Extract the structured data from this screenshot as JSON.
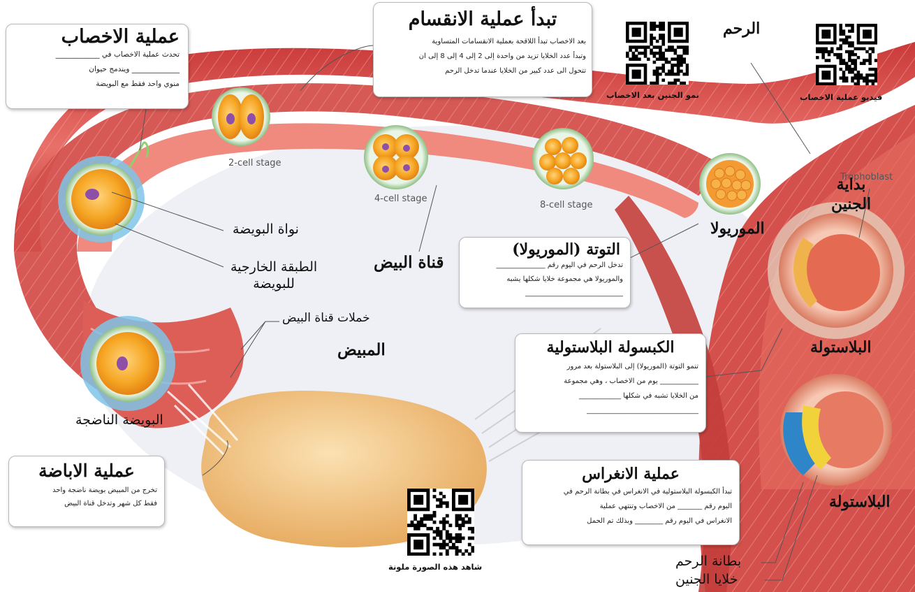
{
  "boxes": {
    "fertilization": {
      "title": "عملية الاخصاب",
      "line1": "تحدث عملية الاخصاب في ____________",
      "line2": "_____________ ويندمج حيوان",
      "line3": "منوي واحد فقط مع البويضة"
    },
    "division": {
      "title": "تبدأ عملية الانقسام",
      "line1": "بعد الاخصاب تبدأ اللاقحة بعملية الانقسامات المتساوية",
      "line2": "وتبدأ عدد الخلايا تزيد من واحدة إلى 2 إلى 4 إلى 8 إلى ان",
      "line3": "تتحول الى عدد كبير من الخلايا عندما تدخل الرحم"
    },
    "morula": {
      "title": "التوتة (الموريولا)",
      "line1": "تدخل الرحم في اليوم رقم ______________",
      "line2": "والموريولا هي مجموعة خلايا شكلها يشبه",
      "line3": "____________________________"
    },
    "blastocyst": {
      "title": "الكبسولة البلاستولية",
      "line1": "تنمو التوتة (الموريولا) إلى البلاستولة بعد مرور",
      "line2": "___________ يوم من الاخصاب ، وهي مجموعة",
      "line3": "من الخلايا تشبه في شكلها ____________",
      "line4": "________________________________"
    },
    "implantation": {
      "title": "عملية الانغراس",
      "line1": "تبدأ الكبسولة البلاستولية في الانغراس في بطانة الرحم في",
      "line2": "اليوم رقم _______ من الاخصاب وتنتهي عملية",
      "line3": "الانغراس في اليوم رقم ________ وبذلك تم الحمل"
    },
    "ovulation": {
      "title": "عملية الاباضة",
      "line1": "تخرج من المبيض بويضة ناضجة واحد",
      "line2": "فقط كل شهر وتدخل قناة البيض"
    }
  },
  "labels": {
    "uterus": "الرحم",
    "embryo_start": "بداية\nالجنين",
    "morula": "الموريولا",
    "fallopian_tube": "قناة البيض",
    "egg_nucleus": "نواة البويضة",
    "egg_outer_layer": "الطبقة الخارجية\nللبويضة",
    "tube_fimbriae": "خملات قناة البيض",
    "ovary": "المبيض",
    "mature_egg": "البويضة الناضجة",
    "blastula_1": "البلاستولة",
    "blastula_2": "البلاستولة",
    "uterine_lining": "بطانة الرحم",
    "embryo_cells": "خلايا الجنين"
  },
  "english": {
    "cell2": "2-cell stage",
    "cell4": "4-cell stage",
    "cell8": "8-cell stage",
    "trophoblast": "Trophoblast"
  },
  "qr": {
    "growth": "نمو الجنين بعد الاخصاب",
    "video": "فيديو عملية الاخصاب",
    "color": "شاهد هذه الصورة ملونة"
  },
  "colors": {
    "tissue": "#d9534f",
    "tissue_dark": "#b8302e",
    "egg": "#f5a623",
    "nucleus": "#8e4fa8",
    "ovary": "#f3c27e",
    "cumulus": "#7fc4e8"
  }
}
